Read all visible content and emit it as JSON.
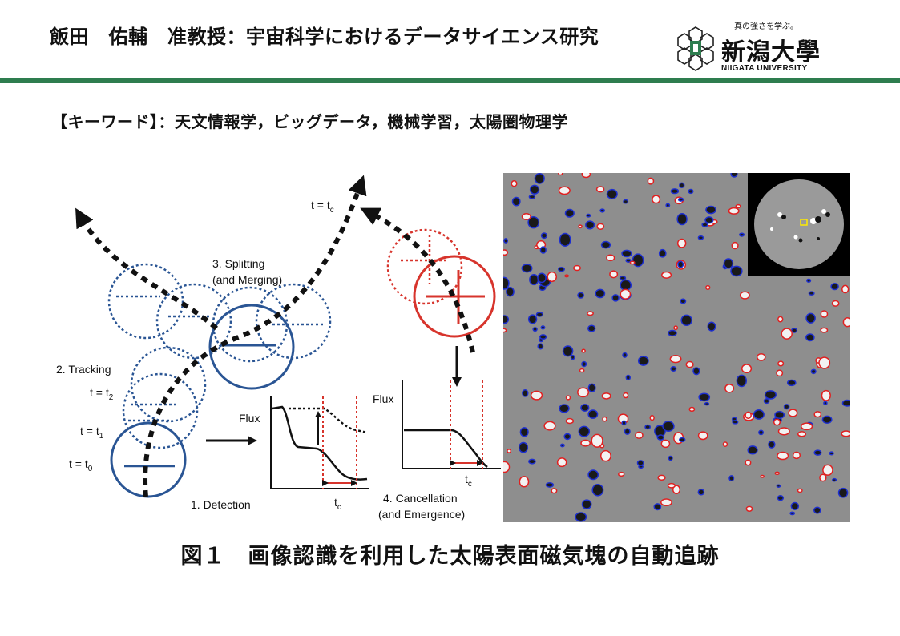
{
  "header": {
    "title": "飯田　佑輔　准教授：宇宙科学におけるデータサイエンス研究",
    "logo_tagline": "真の強さを学ぶ。",
    "logo_name_jp": "新潟大學",
    "logo_name_en": "NIIGATA UNIVERSITY"
  },
  "keywords_line": "【キーワード】：天文情報学，ビッグデータ，機械学習，太陽圏物理学",
  "diagram": {
    "label_detection": "1. Detection",
    "label_tracking": "2. Tracking",
    "label_splitting": "3. Splitting",
    "label_merging": "(and Merging)",
    "label_cancellation": "4. Cancellation",
    "label_emergence": "(and Emergence)",
    "t0_label": "t = t",
    "t0_sub": "0",
    "t1_label": "t = t",
    "t1_sub": "1",
    "t2_label": "t = t",
    "t2_sub": "2",
    "tc_label": "t = t",
    "tc_sub": "c",
    "flux_label_1": "Flux",
    "flux_label_2": "Flux",
    "tc_axis_1": "t",
    "tc_axis_1_sub": "c",
    "tc_axis_2": "t",
    "tc_axis_2_sub": "c"
  },
  "caption": "図１　画像認識を利用した太陽表面磁気塊の自動追跡",
  "colors": {
    "accent_green": "#2e7d4f",
    "blue": "#2a5594",
    "red": "#d7342c",
    "negative_outline": "#1d2fd0",
    "positive_outline": "#e02020"
  }
}
